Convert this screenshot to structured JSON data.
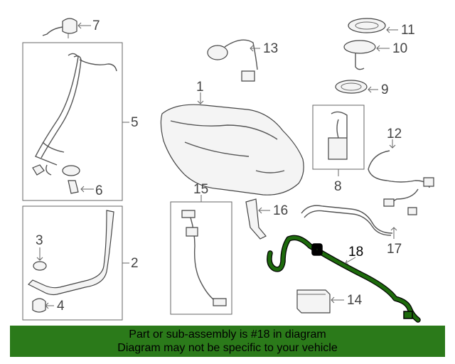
{
  "callouts": {
    "c1": "1",
    "c2": "2",
    "c3": "3",
    "c4": "4",
    "c5": "5",
    "c6": "6",
    "c7": "7",
    "c8": "8",
    "c9": "9",
    "c10": "10",
    "c11": "11",
    "c12": "12",
    "c13": "13",
    "c14": "14",
    "c15": "15",
    "c16": "16",
    "c17": "17",
    "c18": "18"
  },
  "banner": {
    "line1": "Part or sub-assembly is #18 in diagram",
    "line2": "Diagram may not be specific to your vehicle"
  },
  "colors": {
    "banner_bg": "#2b7a1a",
    "highlight_part": "#1d6a0c"
  }
}
